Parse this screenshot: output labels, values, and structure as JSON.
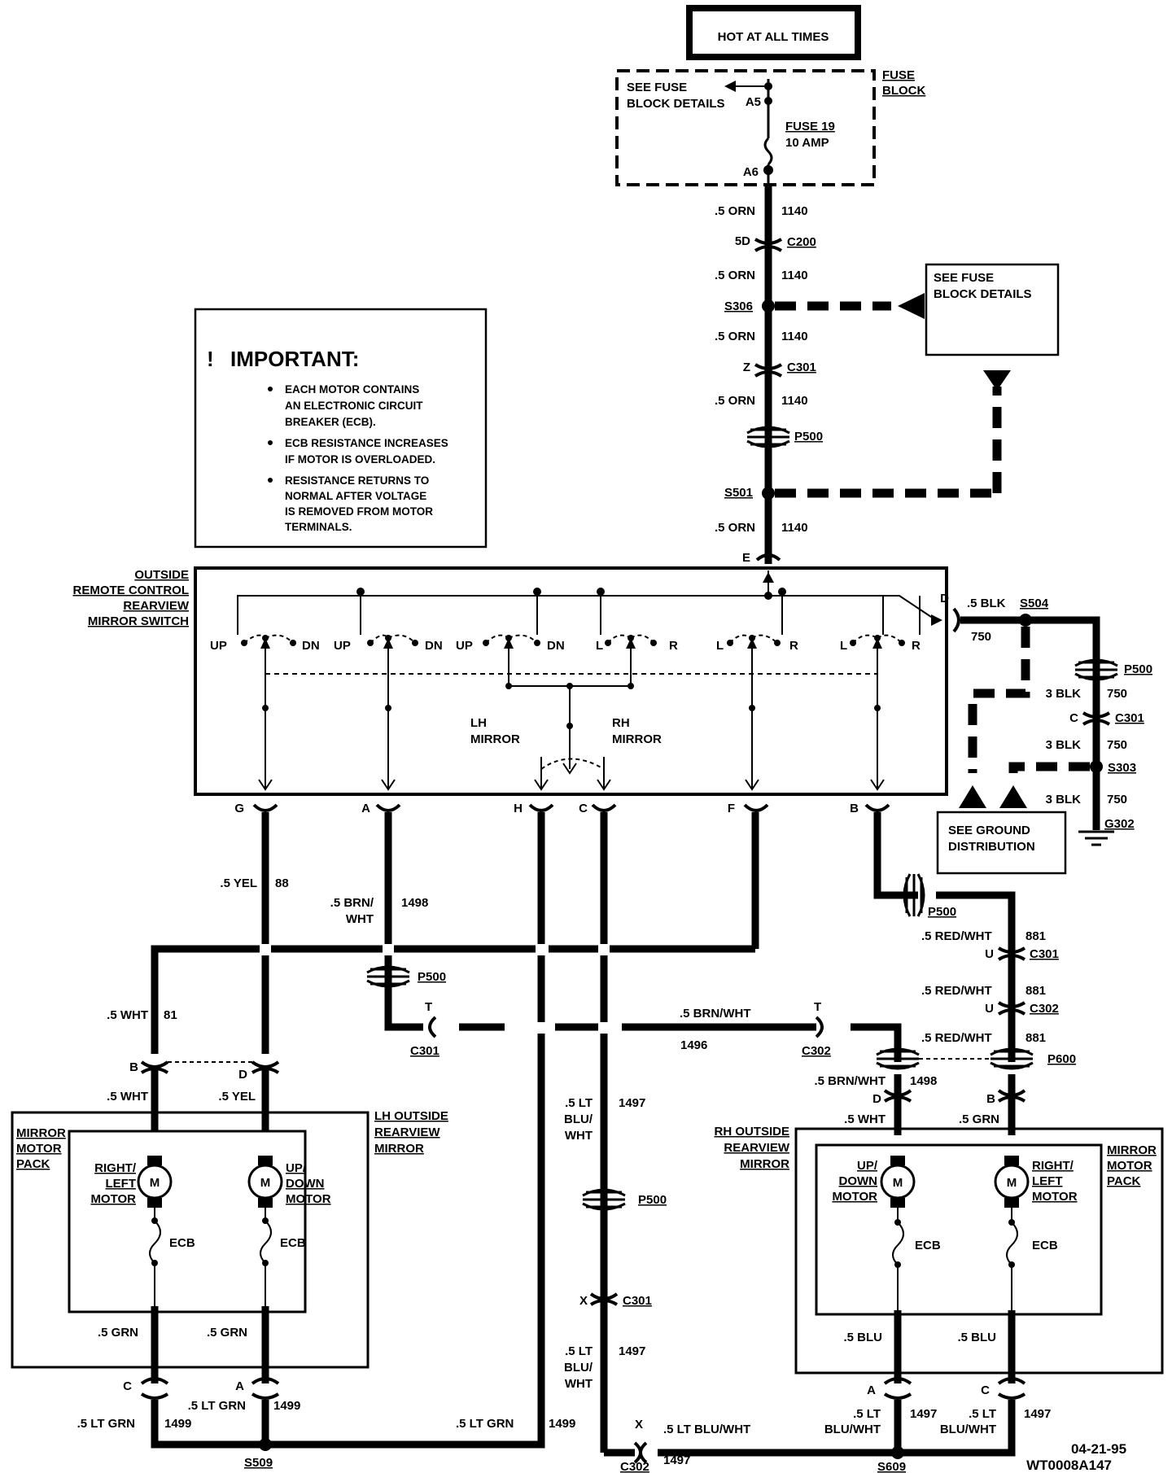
{
  "header": {
    "power_source": "HOT AT ALL TIMES"
  },
  "fuse_block": {
    "label_line1": "FUSE",
    "label_line2": "BLOCK",
    "details_line1": "SEE FUSE",
    "details_line2": "BLOCK DETAILS",
    "fuse_name": "FUSE 19",
    "fuse_rating": "10 AMP",
    "term_in": "A5",
    "term_out": "A6"
  },
  "feed_wire": {
    "gauge_color": ".5 ORN",
    "circuit": "1140"
  },
  "feed_connectors": {
    "c200_pin": "5D",
    "c200": "C200",
    "s306": "S306",
    "c301_pin": "Z",
    "c301": "C301",
    "p500": "P500",
    "s501": "S501",
    "switch_pin_e": "E"
  },
  "side_fuse_note": {
    "line1": "SEE FUSE",
    "line2": "BLOCK DETAILS"
  },
  "important": {
    "mark": "!",
    "title": "IMPORTANT:",
    "items": [
      {
        "l1": "EACH MOTOR CONTAINS",
        "l2": "AN ELECTRONIC CIRCUIT",
        "l3": "BREAKER (ECB)."
      },
      {
        "l1": "ECB RESISTANCE INCREASES",
        "l2": "IF MOTOR IS OVERLOADED.",
        "l3": ""
      },
      {
        "l1": "RESISTANCE RETURNS TO",
        "l2": "NORMAL AFTER VOLTAGE",
        "l3": "IS REMOVED FROM MOTOR",
        "l4": "TERMINALS."
      }
    ]
  },
  "switch": {
    "title_l1": "OUTSIDE",
    "title_l2": "REMOTE CONTROL",
    "title_l3": "REARVIEW",
    "title_l4": "MIRROR SWITCH",
    "up": "UP",
    "dn": "DN",
    "l": "L",
    "r": "R",
    "lh_l1": "LH",
    "lh_l2": "MIRROR",
    "rh_l1": "RH",
    "rh_l2": "MIRROR",
    "pins": {
      "g": "G",
      "a": "A",
      "h": "H",
      "c": "C",
      "f": "F",
      "b": "B",
      "d": "D"
    }
  },
  "ground": {
    "wire_top": ".5 BLK",
    "s504": "S504",
    "circuit": "750",
    "p500": "P500",
    "blk3": "3 BLK",
    "c301_pin": "C",
    "c301": "C301",
    "s303": "S303",
    "blk3b": "3 BLK",
    "g302": "G302",
    "note_l1": "SEE GROUND",
    "note_l2": "DISTRIBUTION"
  },
  "wires": {
    "yel": ".5 YEL",
    "c88": "88",
    "brnwht_l1": ".5 BRN/",
    "brnwht_l2": "WHT",
    "c1498": "1498",
    "wht": ".5 WHT",
    "c81": "81",
    "p500": "P500",
    "t": "T",
    "c301": "C301",
    "brnwht_h": ".5 BRN/WHT",
    "c1496": "1496",
    "c302": "C302",
    "redwht": ".5 RED/WHT",
    "c881": "881",
    "u": "U",
    "p600": "P600",
    "ltblu_l1": ".5 LT",
    "ltblu_l2": "BLU/",
    "ltblu_l3": "WHT",
    "c1497": "1497",
    "x": "X",
    "ltgrn": ".5 LT GRN",
    "c1499": "1499",
    "ltbluwht_h": ".5 LT BLU/WHT",
    "grn": ".5 GRN",
    "blu": ".5 BLU",
    "bluwht": "BLU/WHT",
    "lt": ".5 LT",
    "b": "B",
    "d": "D",
    "a": "A",
    "c": "C",
    "s509": "S509",
    "s609": "S609"
  },
  "lh_mirror": {
    "title_l1": "LH OUTSIDE",
    "title_l2": "REARVIEW",
    "title_l3": "MIRROR",
    "pack_l1": "MIRROR",
    "pack_l2": "MOTOR",
    "pack_l3": "PACK",
    "rl_l1": "RIGHT/",
    "rl_l2": "LEFT",
    "rl_l3": "MOTOR",
    "ud_l1": "UP/",
    "ud_l2": "DOWN",
    "ud_l3": "MOTOR",
    "m": "M",
    "ecb": "ECB"
  },
  "rh_mirror": {
    "title_l1": "RH OUTSIDE",
    "title_l2": "REARVIEW",
    "title_l3": "MIRROR",
    "pack_l1": "MIRROR",
    "pack_l2": "MOTOR",
    "pack_l3": "PACK",
    "ud_l1": "UP/",
    "ud_l2": "DOWN",
    "ud_l3": "MOTOR",
    "rl_l1": "RIGHT/",
    "rl_l2": "LEFT",
    "rl_l3": "MOTOR",
    "m": "M",
    "ecb": "ECB"
  },
  "footer": {
    "date": "04-21-95",
    "code": "WT0008A147"
  }
}
